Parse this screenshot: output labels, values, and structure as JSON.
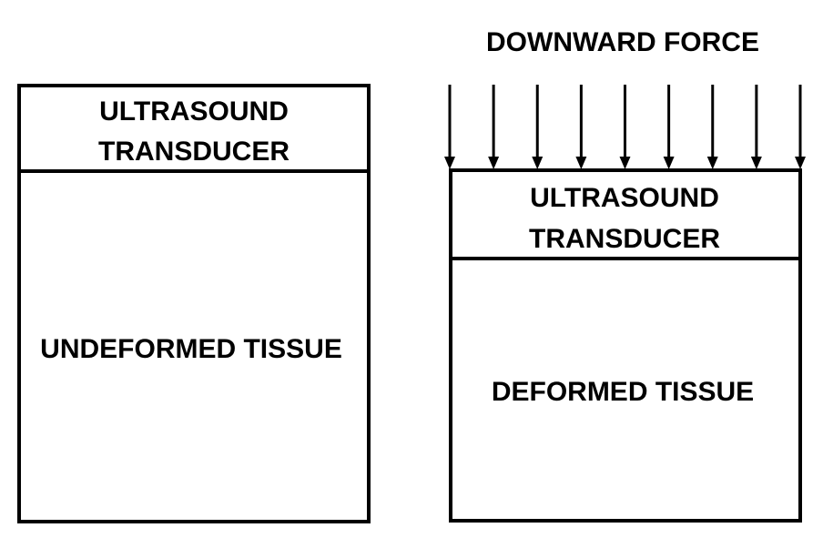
{
  "left_panel": {
    "transducer_line1": "ULTRASOUND",
    "transducer_line2": "TRANSDUCER",
    "tissue_label": "UNDEFORMED TISSUE"
  },
  "right_panel": {
    "force_label": "DOWNWARD FORCE",
    "arrow_count": 9,
    "transducer_line1": "ULTRASOUND",
    "transducer_line2": "TRANSDUCER",
    "tissue_label": "DEFORMED TISSUE"
  },
  "colors": {
    "stroke": "#000000",
    "background": "#ffffff"
  }
}
